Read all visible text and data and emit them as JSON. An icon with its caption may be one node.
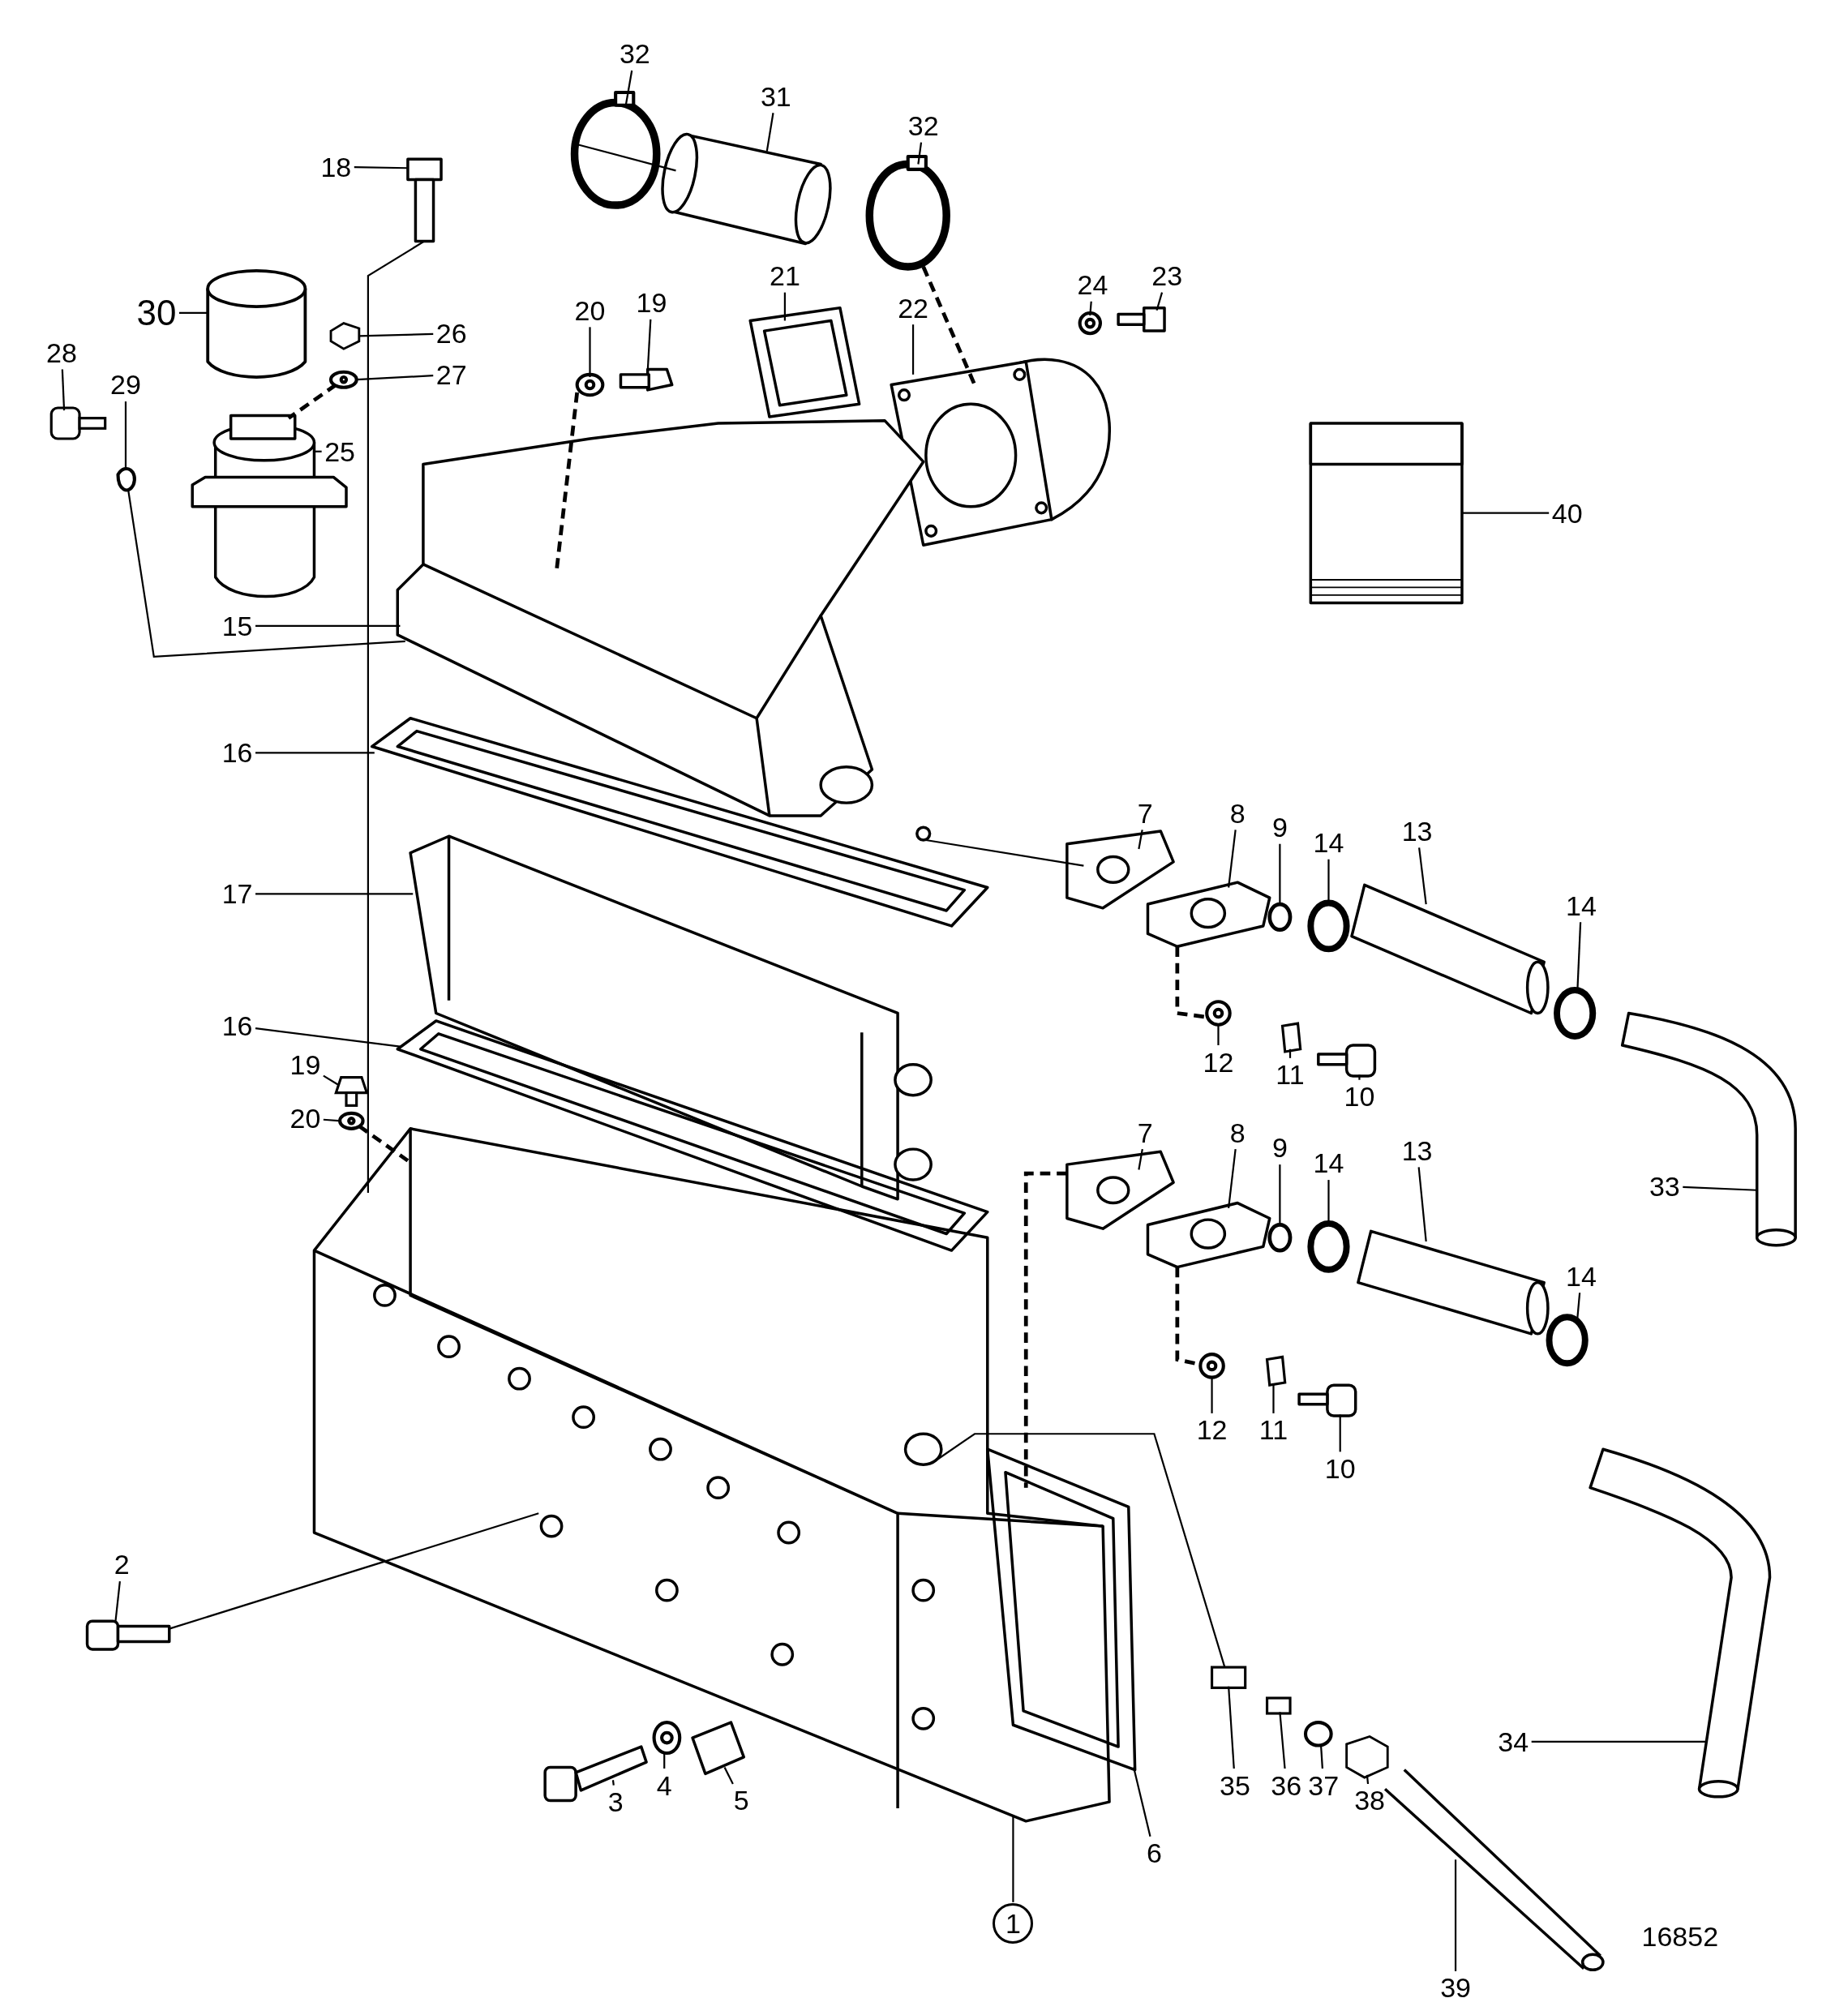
{
  "diagram": {
    "nodes": [
      {
        "text": [
          "32"
        ]
      },
      {
        "text": [
          "31"
        ]
      },
      {
        "text": [
          "32"
        ]
      },
      {
        "text": [
          "18"
        ]
      },
      {
        "text": [
          "23"
        ]
      },
      {
        "text": [
          "24"
        ]
      },
      {
        "text": [
          "22"
        ]
      },
      {
        "text": [
          "30"
        ]
      },
      {
        "text": [
          "26"
        ]
      },
      {
        "text": [
          "20"
        ]
      },
      {
        "text": [
          "19"
        ]
      },
      {
        "text": [
          "28"
        ]
      },
      {
        "text": [
          "29"
        ]
      },
      {
        "text": [
          "27"
        ]
      },
      {
        "text": [
          "21"
        ]
      },
      {
        "text": [
          "25"
        ]
      },
      {
        "text": [
          "40"
        ]
      },
      {
        "text": [
          "15"
        ]
      },
      {
        "text": [
          "16"
        ]
      },
      {
        "text": [
          "7"
        ]
      },
      {
        "text": [
          "8"
        ]
      },
      {
        "text": [
          "9"
        ]
      },
      {
        "text": [
          "14"
        ]
      },
      {
        "text": [
          "13"
        ]
      },
      {
        "text": [
          "14"
        ]
      },
      {
        "text": [
          "17"
        ]
      },
      {
        "text": [
          "12"
        ]
      },
      {
        "text": [
          "11"
        ]
      },
      {
        "text": [
          "10"
        ]
      },
      {
        "text": [
          "16"
        ]
      },
      {
        "text": [
          "19"
        ]
      },
      {
        "text": [
          "20"
        ]
      },
      {
        "text": [
          "33"
        ]
      },
      {
        "text": [
          "7"
        ]
      },
      {
        "text": [
          "8"
        ]
      },
      {
        "text": [
          "9"
        ]
      },
      {
        "text": [
          "14"
        ]
      },
      {
        "text": [
          "13"
        ]
      },
      {
        "text": [
          "14"
        ]
      },
      {
        "text": [
          "12"
        ]
      },
      {
        "text": [
          "11"
        ]
      },
      {
        "text": [
          "10"
        ]
      },
      {
        "text": [
          "2"
        ]
      },
      {
        "text": [
          "35"
        ]
      },
      {
        "text": [
          "36"
        ]
      },
      {
        "text": [
          "37"
        ]
      },
      {
        "text": [
          "38"
        ]
      },
      {
        "text": [
          "3"
        ]
      },
      {
        "text": [
          "4"
        ]
      },
      {
        "text": [
          "5"
        ]
      },
      {
        "text": [
          "6"
        ]
      },
      {
        "text": [
          "34"
        ]
      },
      {
        "text": [
          "1"
        ]
      },
      {
        "text": [
          "39"
        ]
      },
      {
        "text": [],
        "shape": "circle"
      },
      {
        "text": [],
        "shape": "picture"
      },
      {
        "text": [],
        "shape": "circle"
      },
      {
        "text": [],
        "shape": "picture"
      },
      {
        "text": [],
        "shape": "picture"
      },
      {
        "text": [],
        "shape": "circle"
      },
      {
        "text": [],
        "shape": "picture"
      },
      {
        "text": [],
        "shape": "cylinder"
      },
      {
        "text": [],
        "shape": "hexagon"
      },
      {
        "text": [],
        "shape": "circle"
      },
      {
        "text": [],
        "shape": "picture"
      },
      {
        "text": [],
        "shape": "box"
      },
      {
        "text": [],
        "shape": "circle"
      },
      {
        "text": [],
        "shape": "circle"
      },
      {
        "text": [],
        "shape": "picture"
      },
      {
        "text": [],
        "shape": "picture"
      },
      {
        "text": [],
        "shape": "picture"
      },
      {
        "text": [],
        "shape": "picture"
      },
      {
        "text": [],
        "shape": "picture"
      },
      {
        "text": [],
        "shape": "picture"
      },
      {
        "text": [],
        "shape": "picture"
      },
      {
        "text": [],
        "shape": "circle"
      },
      {
        "text": [],
        "shape": "circle"
      },
      {
        "text": [],
        "shape": "picture"
      },
      {
        "text": [],
        "shape": "circle"
      },
      {
        "text": [],
        "shape": "picture"
      },
      {
        "text": [],
        "shape": "circle"
      },
      {
        "text": [],
        "shape": "box"
      },
      {
        "text": [],
        "shape": "picture"
      },
      {
        "text": [],
        "shape": "picture"
      },
      {
        "text": [],
        "shape": "box"
      },
      {
        "text": [],
        "shape": "circle"
      },
      {
        "text": [],
        "shape": "picture"
      },
      {
        "text": [],
        "shape": "picture"
      },
      {
        "text": [],
        "shape": "picture"
      },
      {
        "text": [],
        "shape": "circle"
      },
      {
        "text": [],
        "shape": "circle"
      },
      {
        "text": [],
        "shape": "picture"
      },
      {
        "text": [],
        "shape": "circle"
      },
      {
        "text": [],
        "shape": "circle"
      },
      {
        "text": [],
        "shape": "box"
      },
      {
        "text": [],
        "shape": "picture"
      },
      {
        "text": [],
        "shape": "picture"
      },
      {
        "text": [],
        "shape": "box"
      },
      {
        "text": [],
        "shape": "box"
      },
      {
        "text": [],
        "shape": "circle"
      },
      {
        "text": [],
        "shape": "hexagon"
      },
      {
        "text": [],
        "shape": "picture"
      },
      {
        "text": [],
        "shape": "circle"
      },
      {
        "text": [],
        "shape": "picture"
      },
      {
        "text": [],
        "shape": "picture"
      },
      {
        "text": [],
        "shape": "picture"
      },
      {
        "text": [],
        "shape": "picture"
      },
      {
        "text": [],
        "shape": "picture"
      }
    ],
    "edges": [
      {
        "from": 0,
        "to": 54,
        "arrow": "none"
      },
      {
        "from": 1,
        "to": 55,
        "arrow": "none"
      },
      {
        "from": 2,
        "to": 56,
        "arrow": "none"
      },
      {
        "from": 3,
        "to": 57,
        "arrow": "none"
      },
      {
        "from": 4,
        "to": 58,
        "arrow": "none"
      },
      {
        "from": 5,
        "to": 59,
        "arrow": "none"
      },
      {
        "from": 6,
        "to": 60,
        "arrow": "none"
      },
      {
        "from": 7,
        "to": 61,
        "arrow": "none"
      },
      {
        "from": 8,
        "to": 62,
        "arrow": "none"
      },
      {
        "from": 9,
        "to": 63,
        "arrow": "none"
      },
      {
        "from": 10,
        "to": 64,
        "arrow": "none"
      },
      {
        "from": 11,
        "to": 65,
        "arrow": "none"
      },
      {
        "from": 12,
        "to": 66,
        "arrow": "none"
      },
      {
        "from": 13,
        "to": 67,
        "arrow": "none"
      },
      {
        "from": 14,
        "to": 68,
        "arrow": "none"
      },
      {
        "from": 15,
        "to": 69,
        "arrow": "none"
      },
      {
        "from": 16,
        "to": 70,
        "arrow": "none"
      },
      {
        "from": 17,
        "to": 71,
        "arrow": "none"
      },
      {
        "from": 18,
        "to": 72,
        "arrow": "none"
      },
      {
        "from": 19,
        "to": 73,
        "arrow": "none"
      },
      {
        "from": 20,
        "to": 74,
        "arrow": "none"
      },
      {
        "from": 21,
        "to": 75,
        "arrow": "none"
      },
      {
        "from": 22,
        "to": 76,
        "arrow": "none"
      },
      {
        "from": 23,
        "to": 77,
        "arrow": "none"
      },
      {
        "from": 24,
        "to": 78,
        "arrow": "none"
      },
      {
        "from": 25,
        "to": 79,
        "arrow": "none"
      },
      {
        "from": 26,
        "to": 80,
        "arrow": "none"
      },
      {
        "from": 27,
        "to": 81,
        "arrow": "none"
      },
      {
        "from": 28,
        "to": 82,
        "arrow": "none"
      },
      {
        "from": 29,
        "to": 83,
        "arrow": "none"
      },
      {
        "from": 30,
        "to": 84,
        "arrow": "none"
      },
      {
        "from": 31,
        "to": 85,
        "arrow": "none"
      },
      {
        "from": 32,
        "to": 86,
        "arrow": "none"
      },
      {
        "from": 33,
        "to": 87,
        "arrow": "none"
      },
      {
        "from": 34,
        "to": 88,
        "arrow": "none"
      },
      {
        "from": 35,
        "to": 89,
        "arrow": "none"
      },
      {
        "from": 36,
        "to": 90,
        "arrow": "none"
      },
      {
        "from": 37,
        "to": 91,
        "arrow": "none"
      },
      {
        "from": 38,
        "to": 92,
        "arrow": "none"
      },
      {
        "from": 39,
        "to": 93,
        "arrow": "none"
      },
      {
        "from": 40,
        "to": 94,
        "arrow": "none"
      },
      {
        "from": 41,
        "to": 95,
        "arrow": "none"
      },
      {
        "from": 42,
        "to": 96,
        "arrow": "none"
      },
      {
        "from": 43,
        "to": 97,
        "arrow": "none"
      },
      {
        "from": 44,
        "to": 98,
        "arrow": "none"
      },
      {
        "from": 45,
        "to": 99,
        "arrow": "none"
      },
      {
        "from": 46,
        "to": 100,
        "arrow": "none"
      },
      {
        "from": 47,
        "to": 101,
        "arrow": "none"
      },
      {
        "from": 48,
        "to": 102,
        "arrow": "none"
      },
      {
        "from": 49,
        "to": 103,
        "arrow": "none"
      },
      {
        "from": 50,
        "to": 104,
        "arrow": "none"
      },
      {
        "from": 51,
        "to": 105,
        "arrow": "none"
      },
      {
        "from": 52,
        "to": 106,
        "arrow": "none"
      },
      {
        "from": 53,
        "to": 107,
        "arrow": "none"
      },
      {
        "from": 57,
        "to": 106,
        "arrow": "none"
      },
      {
        "from": 63,
        "to": 71,
        "arrow": "none",
        "style": "dashed"
      },
      {
        "from": 56,
        "to": 60,
        "arrow": "none",
        "style": "dashed"
      },
      {
        "from": 67,
        "to": 69,
        "arrow": "none",
        "style": "dashed"
      },
      {
        "from": 85,
        "to": 106,
        "arrow": "none",
        "style": "dashed"
      },
      {
        "from": 87,
        "to": 104,
        "arrow": "none",
        "style": "dashed"
      },
      {
        "from": 74,
        "to": 80,
        "arrow": "none",
        "style": "dashed"
      },
      {
        "from": 88,
        "to": 93,
        "arrow": "none",
        "style": "dashed"
      },
      {
        "from": 54,
        "to": 55,
        "arrow": "none"
      },
      {
        "from": 66,
        "to": 71,
        "arrow": "none"
      },
      {
        "from": 71,
        "to": 73,
        "arrow": "none"
      },
      {
        "from": 106,
        "to": 97,
        "arrow": "none"
      },
      {
        "from": 96,
        "to": 106,
        "arrow": "none"
      }
    ],
    "labels": [
      "16852"
    ]
  }
}
